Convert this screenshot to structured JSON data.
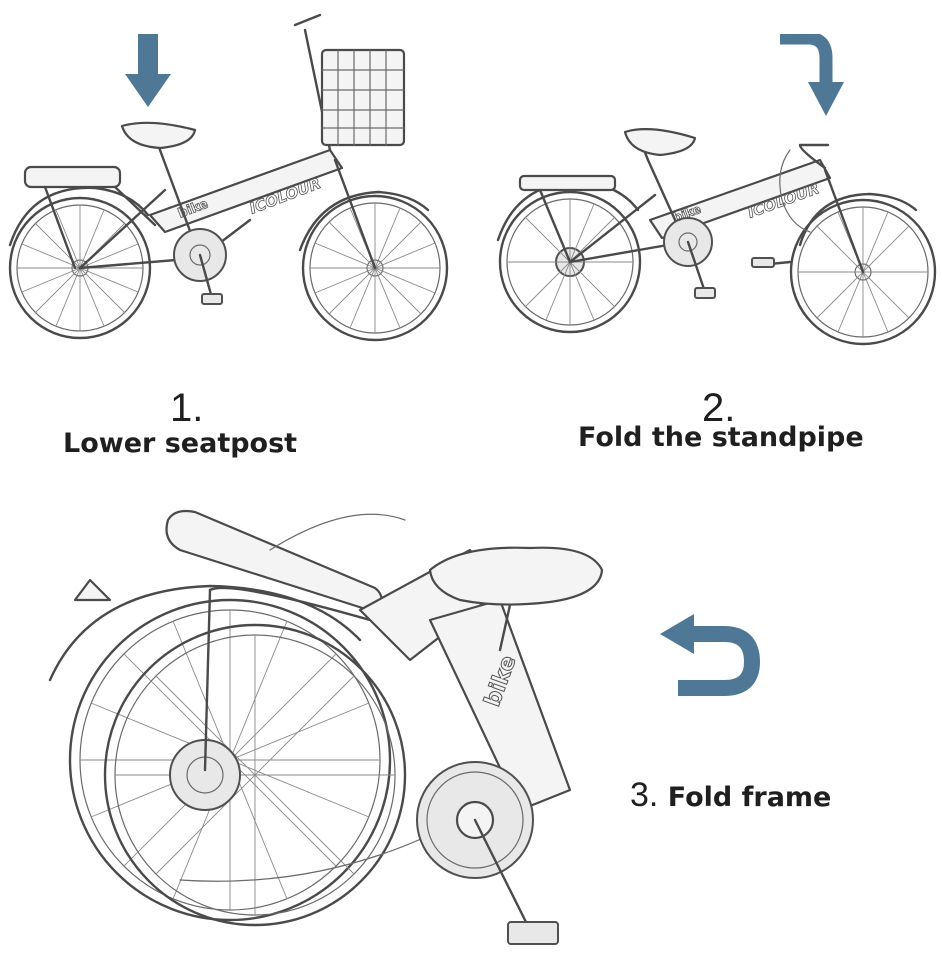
{
  "colors": {
    "arrow": "#4f7896",
    "line": "#4a4a4a",
    "text": "#1f1f1f",
    "background": "#ffffff"
  },
  "steps": [
    {
      "number": "1.",
      "label": "Lower seatpost",
      "arrow_icon": "arrow-down-icon"
    },
    {
      "number": "2.",
      "label": "Fold the standpipe",
      "arrow_icon": "arrow-turn-down-icon"
    },
    {
      "number": "3.",
      "label": "Fold frame",
      "arrow_icon": "arrow-u-turn-left-icon"
    }
  ],
  "frame_lettering": [
    "ICOLOUR",
    "bike"
  ]
}
